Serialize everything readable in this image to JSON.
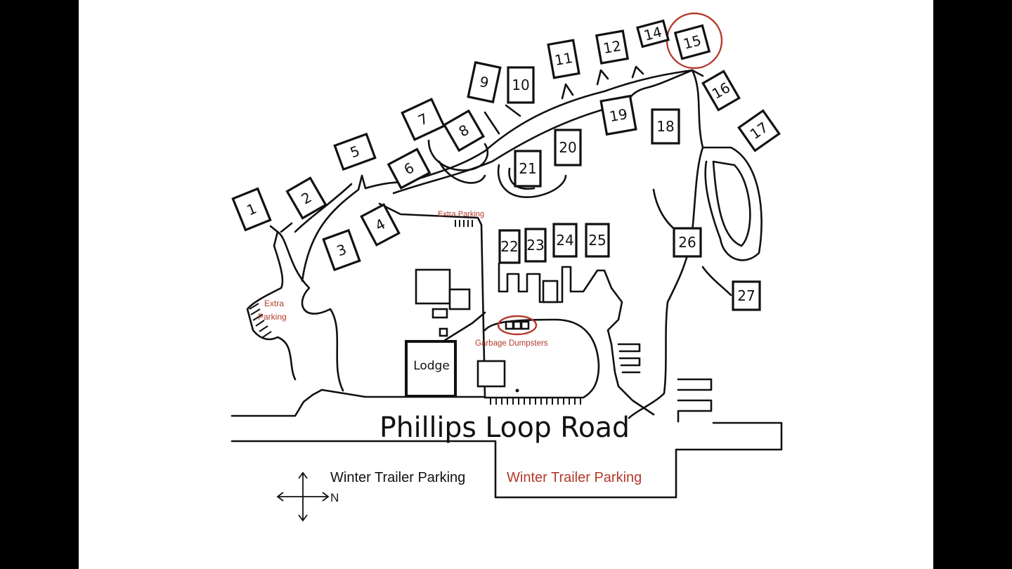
{
  "map": {
    "road_name": "Phillips Loop Road",
    "lodge_label": "Lodge",
    "extra_parking_top": "Extra Parking",
    "extra_parking_left_1": "Extra",
    "extra_parking_left_2": "Parking",
    "garbage_label": "Garbage Dumpsters",
    "winter_parking_left": "Winter Trailer Parking",
    "winter_parking_right": "Winter Trailer Parking",
    "compass_label": "N",
    "highlighted_site": "15",
    "colors": {
      "annotation": "#b33a2a",
      "ink": "#111111",
      "background": "#ffffff"
    },
    "compass_icon": "compass-arrows-icon"
  },
  "sites": [
    "1",
    "2",
    "3",
    "4",
    "5",
    "6",
    "7",
    "8",
    "9",
    "10",
    "11",
    "12",
    "14",
    "15",
    "16",
    "17",
    "18",
    "19",
    "20",
    "21",
    "22",
    "23",
    "24",
    "25",
    "26",
    "27"
  ]
}
